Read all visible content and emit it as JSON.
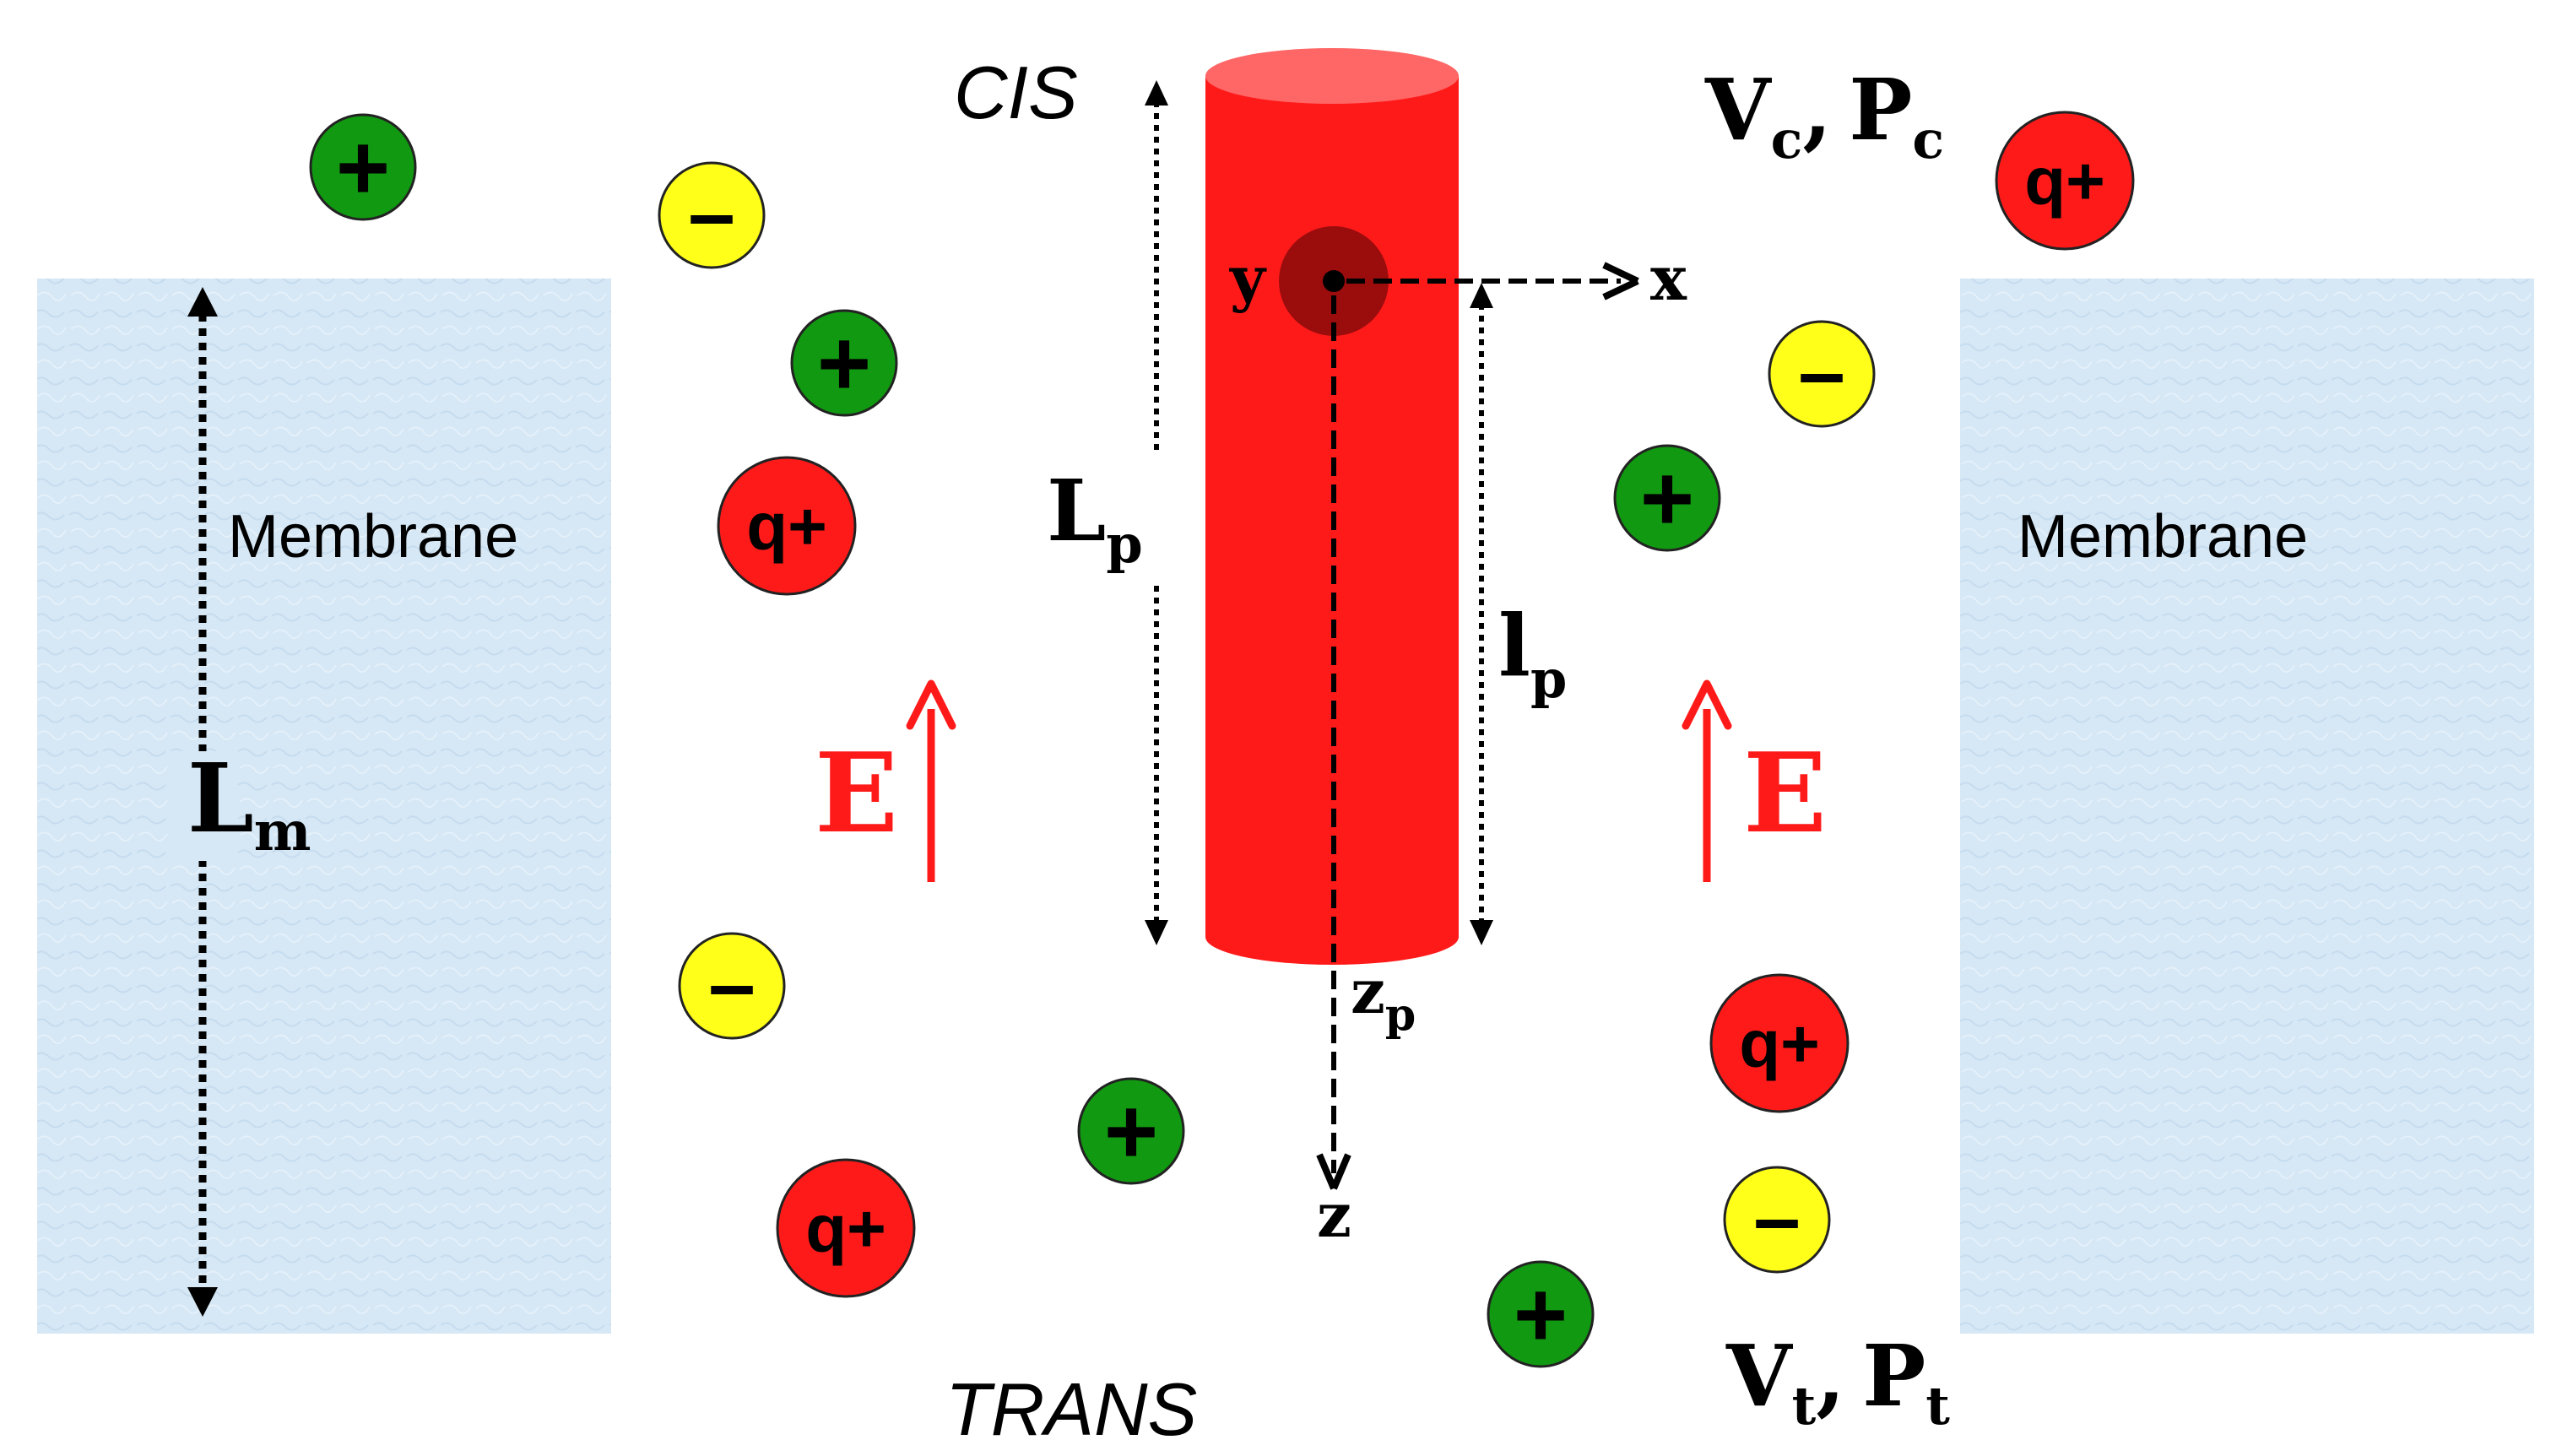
{
  "labels": {
    "cis": "CIS",
    "trans": "TRANS",
    "membrane_left": "Membrane",
    "membrane_right": "Membrane",
    "lm": {
      "main": "L",
      "sub": "m"
    },
    "Lp": {
      "main": "L",
      "sub": "p"
    },
    "lp": {
      "main": "l",
      "sub": "p"
    },
    "zp": {
      "main": "z",
      "sub": "p"
    },
    "x_axis": "x",
    "y_axis": "y",
    "z_axis": "z",
    "e_left": "E",
    "e_right": "E",
    "vc": {
      "v": "V",
      "v_sub": "c",
      "sep": ",",
      "p": "P",
      "p_sub": "c"
    },
    "vt": {
      "v": "V",
      "v_sub": "t",
      "sep": ",",
      "p": "P",
      "p_sub": "t"
    }
  },
  "ions": {
    "plus_symbol": "+",
    "minus_symbol": "–",
    "qplus_symbol": "q+"
  },
  "colors": {
    "membrane": "#d6e8f5",
    "rod": "#ff1a1a",
    "rod_top": "#ff6666",
    "field_arrow": "#ff1a1a",
    "plus_ion": "#119911",
    "minus_ion": "#ffff1a",
    "qplus_ion": "#ff1a1a",
    "axis_dot": "#9b0c0c"
  }
}
